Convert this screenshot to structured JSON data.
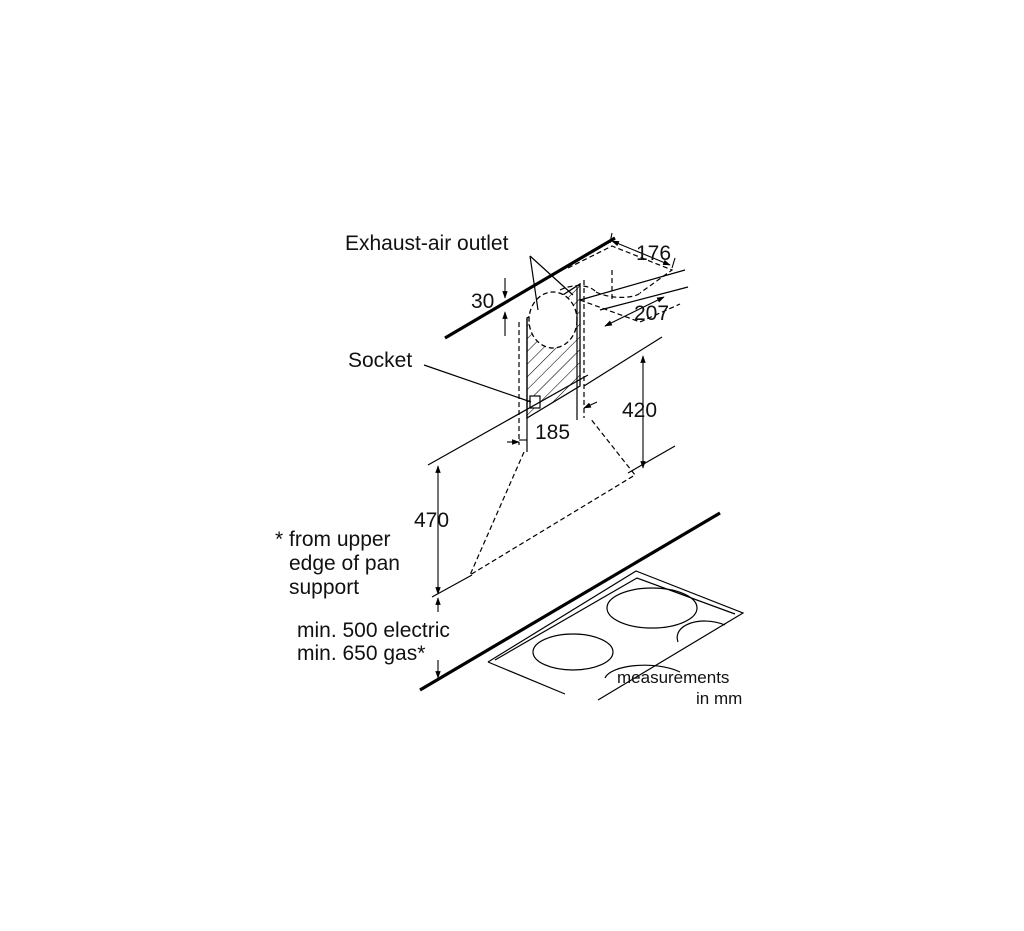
{
  "labels": {
    "exhaust_outlet": "Exhaust-air outlet",
    "socket": "Socket",
    "note_line1": "* from upper",
    "note_line2": "edge of pan",
    "note_line3": "support",
    "min_electric": "min. 500 electric",
    "min_gas": "min. 650 gas*",
    "measurements_line1": "measurements",
    "measurements_line2": "in mm"
  },
  "dimensions": {
    "d176": "176",
    "d30": "30",
    "d207": "207",
    "d420": "420",
    "d185": "185",
    "d470": "470"
  }
}
